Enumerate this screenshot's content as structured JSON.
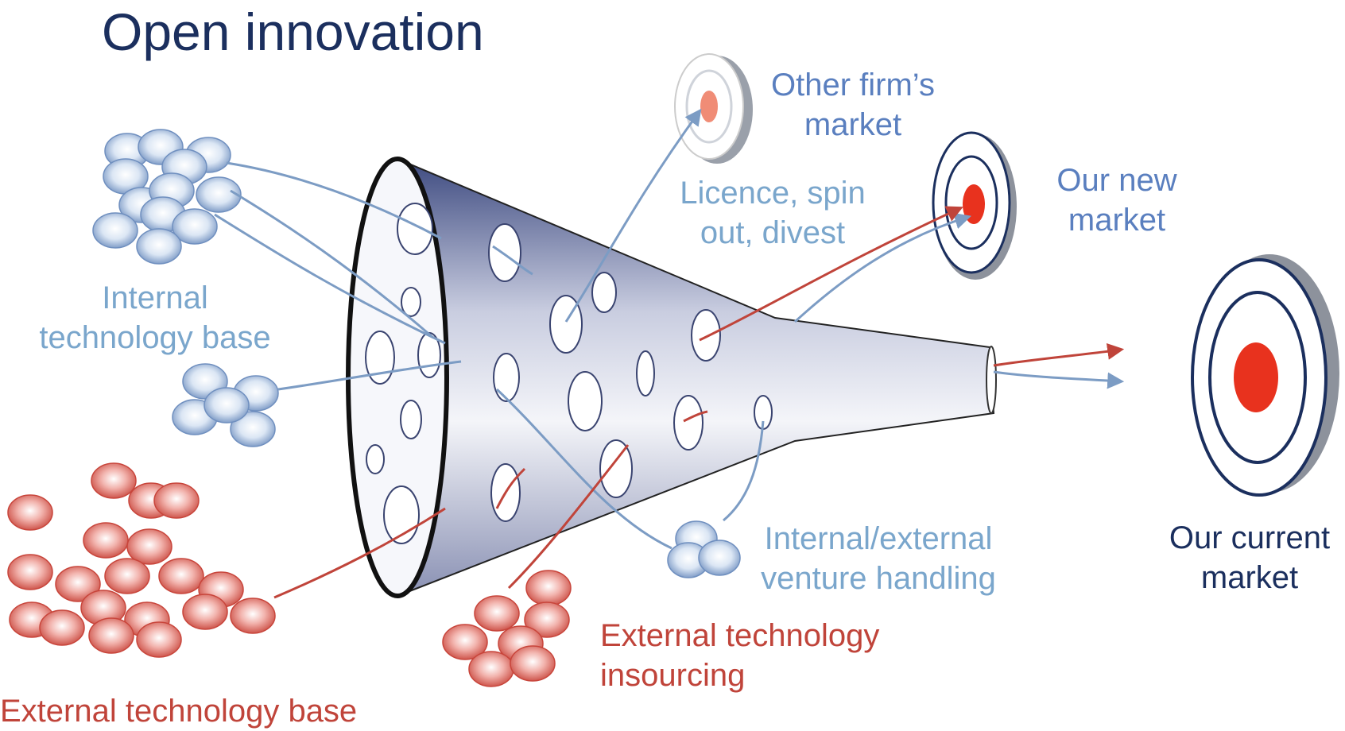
{
  "title": "Open innovation",
  "labels": {
    "internal_base": [
      "Internal",
      "technology base"
    ],
    "external_base": "External technology base",
    "other_firm_market": [
      "Other firm’s",
      "market"
    ],
    "licence": [
      "Licence, spin",
      "out, divest"
    ],
    "new_market": [
      "Our new",
      "market"
    ],
    "current_market": [
      "Our current",
      "market"
    ],
    "venture": [
      "Internal/external",
      "venture handling"
    ],
    "insourcing": [
      "External technology",
      "insourcing"
    ]
  },
  "colors": {
    "title": "#1b2f5e",
    "internal_blue": "#7aa6cc",
    "market_blue": "#5a7fbf",
    "navy": "#1b2f5e",
    "external_red": "#c0443a",
    "arrow_blue": "#7c9cc4",
    "arrow_red": "#c0443a",
    "target_center": "#e8321e"
  }
}
